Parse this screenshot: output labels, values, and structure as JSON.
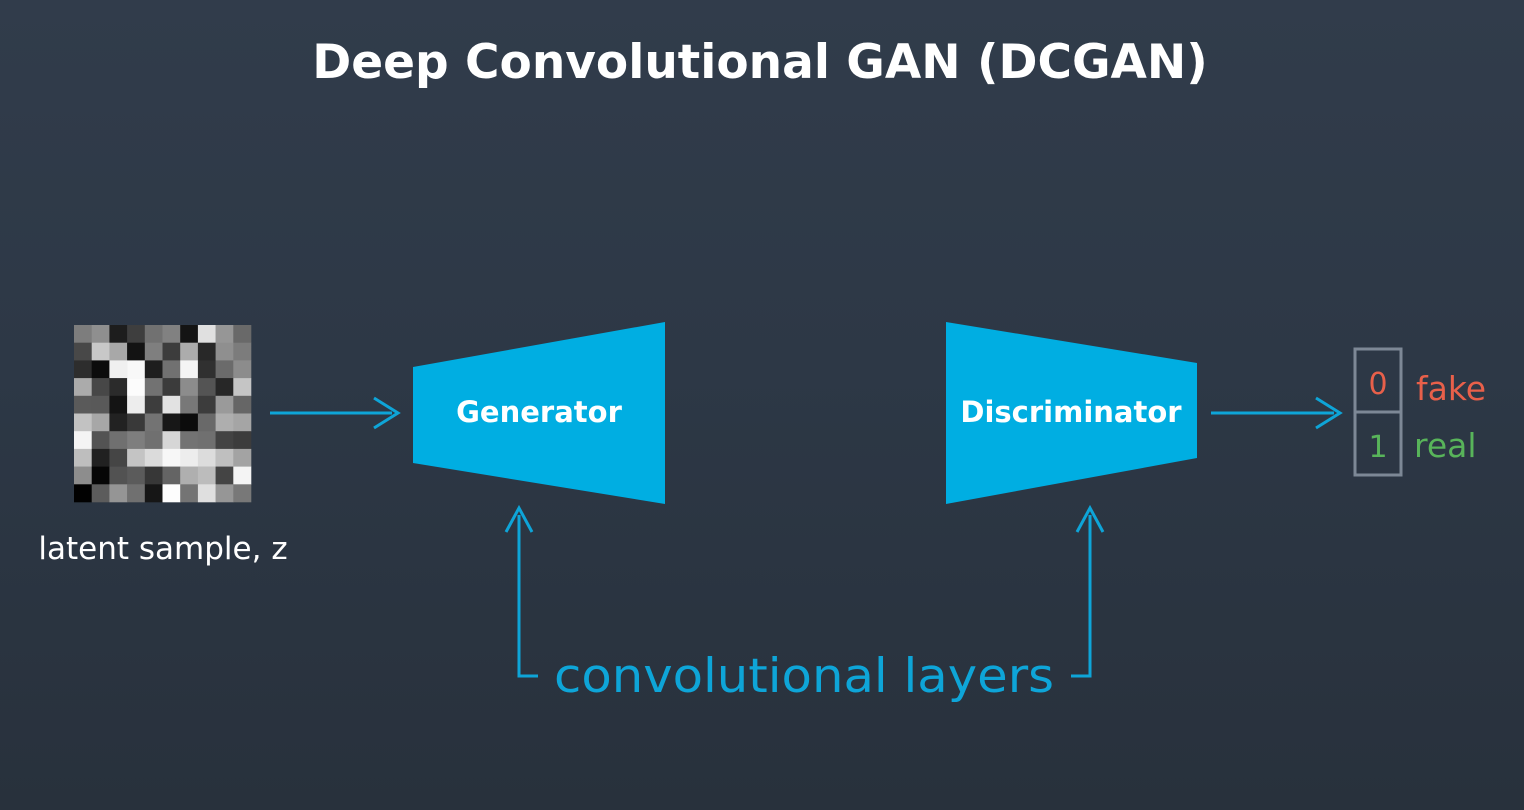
{
  "diagram": {
    "title": "Deep Convolutional GAN (DCGAN)",
    "latent_caption": "latent sample, z",
    "generator_label": "Generator",
    "discriminator_label": "Discriminator",
    "conv_label": "convolutional layers",
    "outputs": [
      {
        "digit": "0",
        "word": "fake",
        "color": "#e8604a"
      },
      {
        "digit": "1",
        "word": "real",
        "color": "#58b45a"
      }
    ],
    "colors": {
      "block": "#00aee2",
      "arrow": "#0ea5d8",
      "output_box_border": "#7d8896"
    }
  }
}
